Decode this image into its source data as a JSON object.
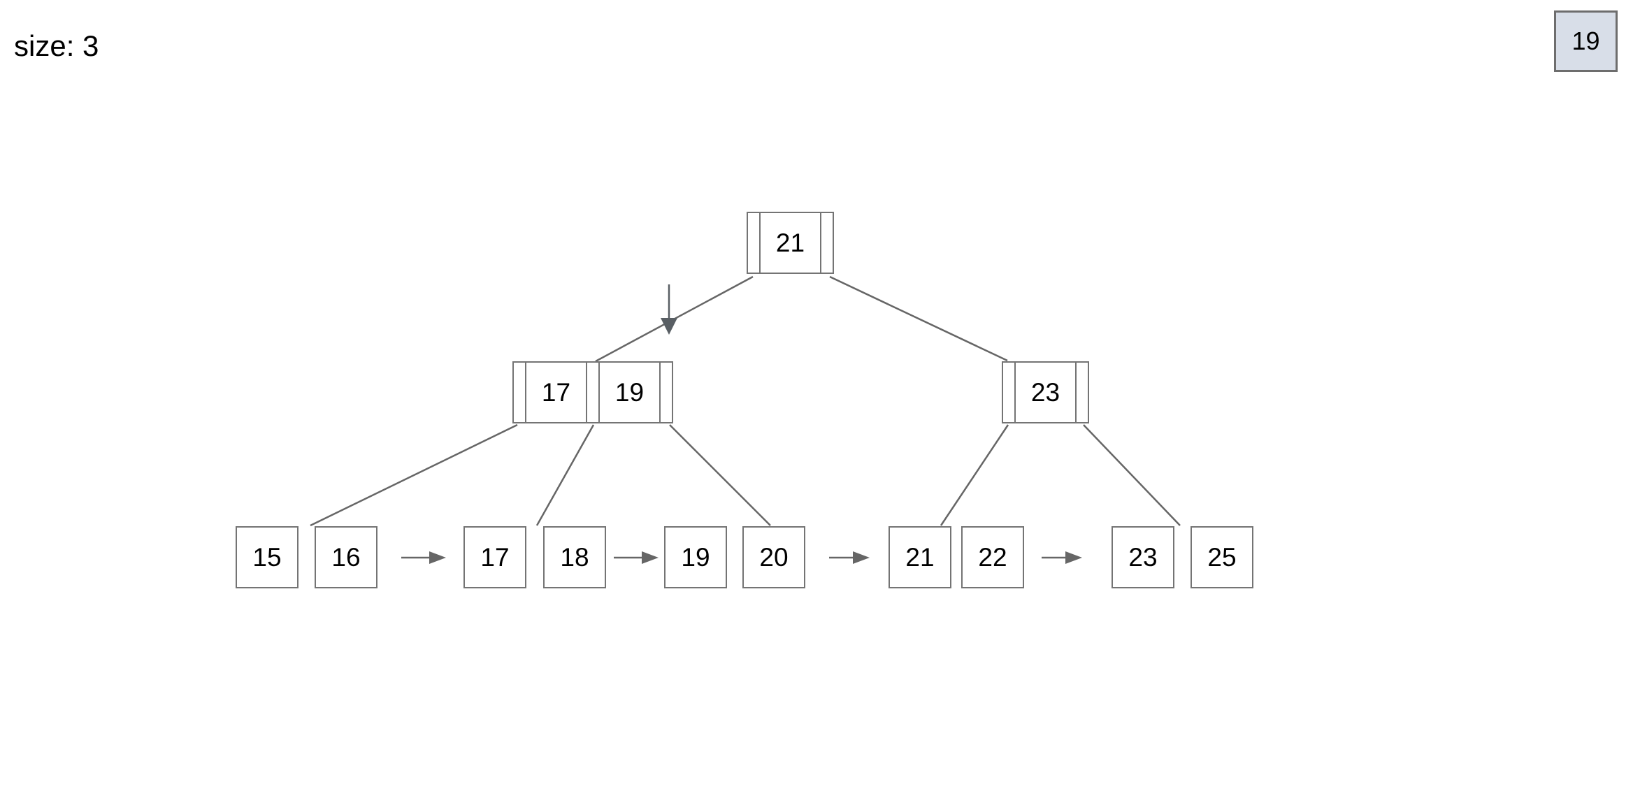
{
  "size_label": "size: 3",
  "pending_insert": {
    "value": "19"
  },
  "tree": {
    "root": {
      "keys": [
        "21"
      ]
    },
    "internal_left": {
      "keys": [
        "17",
        "19"
      ]
    },
    "internal_right": {
      "keys": [
        "23"
      ]
    },
    "leaves": [
      {
        "values": [
          "15",
          "16"
        ]
      },
      {
        "values": [
          "17",
          "18"
        ]
      },
      {
        "values": [
          "19",
          "20"
        ]
      },
      {
        "values": [
          "21",
          "22"
        ]
      },
      {
        "values": [
          "23",
          "25"
        ]
      }
    ]
  },
  "icons": {
    "leaf_link": "arrow-right",
    "insert_cursor": "arrow-down"
  },
  "colors": {
    "background": "#ffffff",
    "node_border": "#747474",
    "edge_line": "#666666",
    "insert_arrow": "#595f64",
    "pending_fill": "#d8dee8",
    "pending_border": "#6d6d6d",
    "text": "#000000"
  }
}
